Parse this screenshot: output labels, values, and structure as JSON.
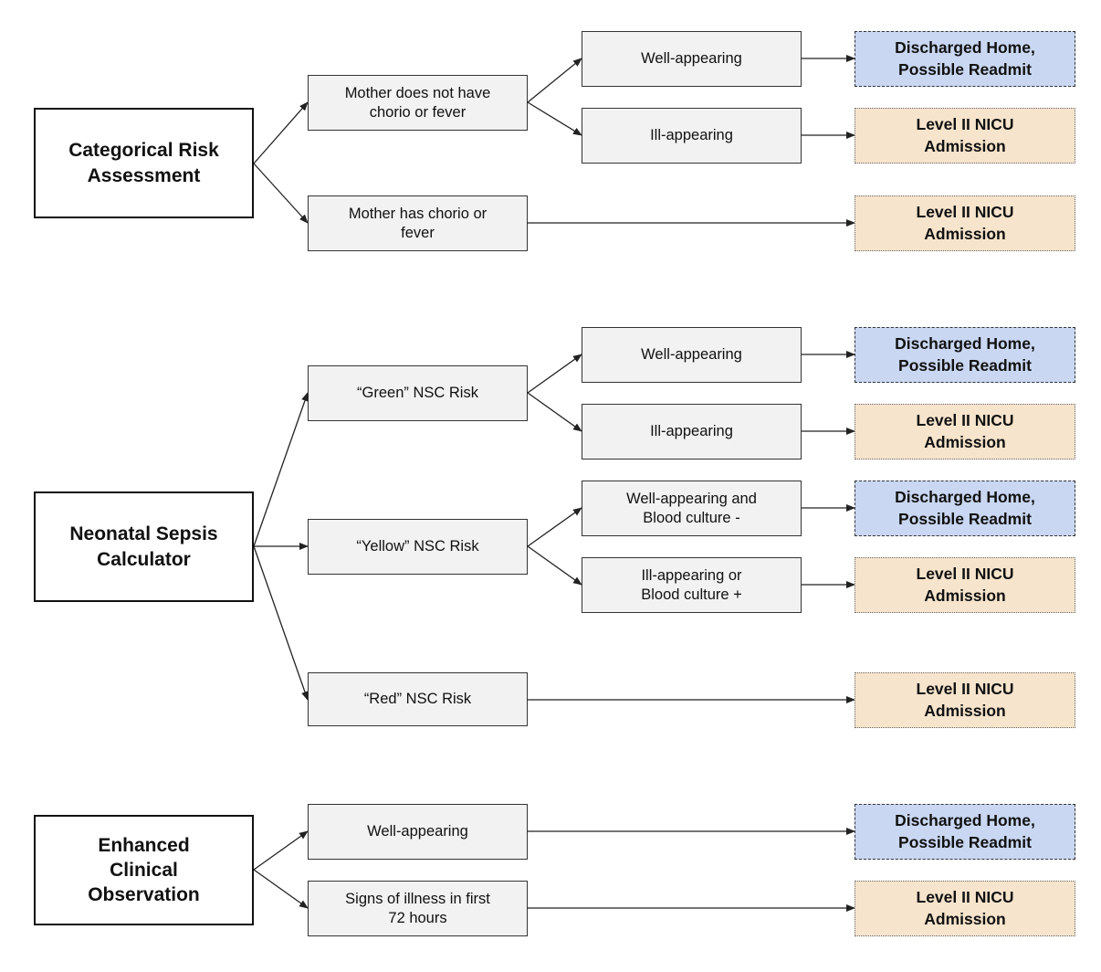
{
  "colors": {
    "discharge_fill": "#c9d7f2",
    "nicu_fill": "#f7e4cc",
    "step_fill": "#f2f2f2",
    "line": "#222222"
  },
  "sections": [
    {
      "title": "Categorical Risk\nAssessment",
      "branches": [
        {
          "label": "Mother does not have\nchorio or fever",
          "steps": [
            {
              "label": "Well-appearing",
              "outcome": "Discharged Home,\nPossible Readmit",
              "outcome_type": "discharge"
            },
            {
              "label": "Ill-appearing",
              "outcome": "Level II NICU\nAdmission",
              "outcome_type": "nicu"
            }
          ]
        },
        {
          "label": "Mother has chorio or\nfever",
          "outcome": "Level II NICU\nAdmission",
          "outcome_type": "nicu"
        }
      ]
    },
    {
      "title": "Neonatal Sepsis\nCalculator",
      "branches": [
        {
          "label": "“Green” NSC Risk",
          "steps": [
            {
              "label": "Well-appearing",
              "outcome": "Discharged Home,\nPossible Readmit",
              "outcome_type": "discharge"
            },
            {
              "label": "Ill-appearing",
              "outcome": "Level II NICU\nAdmission",
              "outcome_type": "nicu"
            }
          ]
        },
        {
          "label": "“Yellow” NSC Risk",
          "steps": [
            {
              "label": "Well-appearing and\nBlood culture -",
              "outcome": "Discharged Home,\nPossible Readmit",
              "outcome_type": "discharge"
            },
            {
              "label": "Ill-appearing or\nBlood culture +",
              "outcome": "Level II NICU\nAdmission",
              "outcome_type": "nicu"
            }
          ]
        },
        {
          "label": "“Red” NSC Risk",
          "outcome": "Level II NICU\nAdmission",
          "outcome_type": "nicu"
        }
      ]
    },
    {
      "title": "Enhanced\nClinical\nObservation",
      "branches": [
        {
          "label": "Well-appearing",
          "outcome": "Discharged Home,\nPossible Readmit",
          "outcome_type": "discharge"
        },
        {
          "label": "Signs of illness in first\n72 hours",
          "outcome": "Level II NICU\nAdmission",
          "outcome_type": "nicu"
        }
      ]
    }
  ]
}
